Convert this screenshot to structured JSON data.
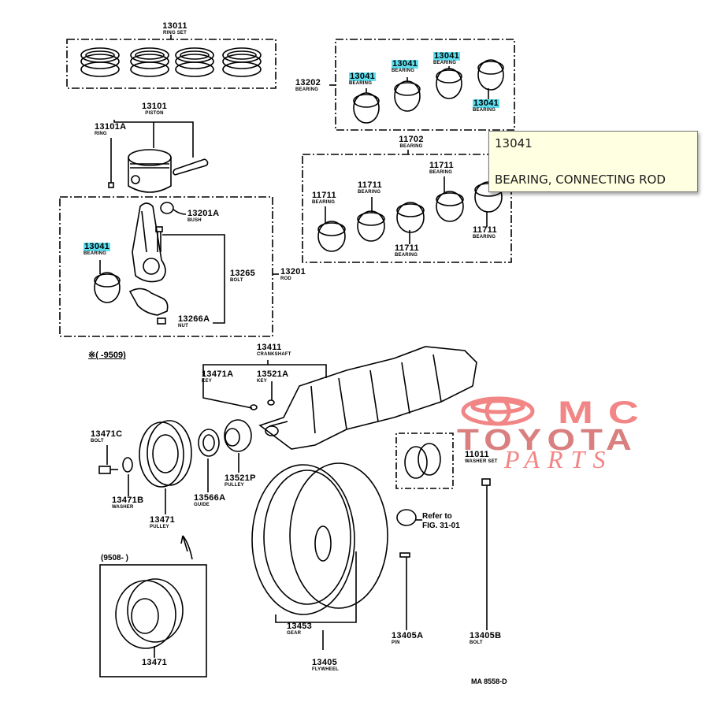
{
  "tooltip": {
    "part_number": "13041",
    "description": "BEARING, CONNECTING ROD"
  },
  "highlight_color": "#5fe0f0",
  "watermark": {
    "line1": "MC",
    "line2": "TOYOTA",
    "line3": "PARTS",
    "color": "#f07070"
  },
  "labels": {
    "ring_set": {
      "num": "13011",
      "name": "RING SET"
    },
    "piston": {
      "num": "13101",
      "name": "PISTON"
    },
    "ring": {
      "num": "13101A",
      "name": "RING"
    },
    "bearing_set_upper": {
      "num": "13202",
      "name": "BEARING"
    },
    "bearing_a": {
      "num": "13041",
      "name": "BEARING"
    },
    "bearing_b": {
      "num": "13041",
      "name": "BEARING"
    },
    "bearing_c": {
      "num": "13041",
      "name": "BEARING"
    },
    "bearing_d": {
      "num": "13041",
      "name": "BEARING"
    },
    "main_bearing_set": {
      "num": "11702",
      "name": "BEARING"
    },
    "main_bearing_1": {
      "num": "11711",
      "name": "BEARING"
    },
    "main_bearing_2": {
      "num": "11711",
      "name": "BEARING"
    },
    "main_bearing_3": {
      "num": "11711",
      "name": "BEARING"
    },
    "main_bearing_4": {
      "num": "11711",
      "name": "BEARING"
    },
    "main_bearing_5": {
      "num": "11711",
      "name": "BEARING"
    },
    "bush": {
      "num": "13201A",
      "name": "BUSH"
    },
    "rod_bearing": {
      "num": "13041",
      "name": "BEARING"
    },
    "rod_bolt": {
      "num": "13265",
      "name": "BOLT"
    },
    "rod": {
      "num": "13201",
      "name": "ROD"
    },
    "rod_nut": {
      "num": "13266A",
      "name": "NUT"
    },
    "crankshaft": {
      "num": "13411",
      "name": "CRANKSHAFT"
    },
    "key_a": {
      "num": "13471A",
      "name": "KEY"
    },
    "key_b": {
      "num": "13521A",
      "name": "KEY"
    },
    "pulley_bolt": {
      "num": "13471C",
      "name": "BOLT"
    },
    "washer": {
      "num": "13471B",
      "name": "WASHER"
    },
    "pulley": {
      "num": "13471",
      "name": "PULLEY"
    },
    "guide": {
      "num": "13566A",
      "name": "GUIDE"
    },
    "crank_pulley": {
      "num": "13521P",
      "name": "PULLEY"
    },
    "washer_set": {
      "num": "11011",
      "name": "WASHER SET"
    },
    "gear": {
      "num": "13453",
      "name": "GEAR"
    },
    "flywheel": {
      "num": "13405",
      "name": "FLYWHEEL"
    },
    "pin": {
      "num": "13405A",
      "name": "PIN"
    },
    "flywheel_bolt": {
      "num": "13405B",
      "name": "BOLT"
    },
    "pulley_alt": {
      "num": "13471",
      "name": ""
    }
  },
  "notes": {
    "date_range_1": "※(     -9509)",
    "date_range_2": "(9508-       )",
    "refer_line1": "Refer to",
    "refer_line2": "FIG. 31-01",
    "figure_id": "MA 8558-D"
  }
}
